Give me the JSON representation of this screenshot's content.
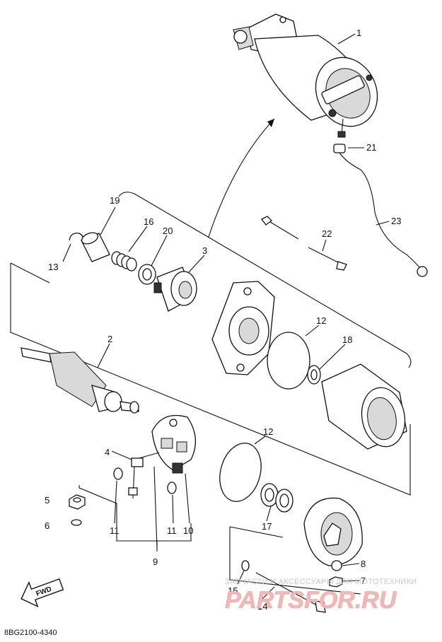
{
  "diagram": {
    "callouts": {
      "p1": "1",
      "p2": "2",
      "p3": "3",
      "p4": "4",
      "p5": "5",
      "p6": "6",
      "p7": "7",
      "p8": "8",
      "p9": "9",
      "p10": "10",
      "p11a": "11",
      "p11b": "11",
      "p12a": "12",
      "p12b": "12",
      "p13": "13",
      "p14": "14",
      "p15": "15",
      "p16": "16",
      "p17": "17",
      "p18": "18",
      "p19": "19",
      "p20": "20",
      "p21": "21",
      "p22": "22",
      "p23": "23"
    },
    "fwd_label": "FWD",
    "drawing_code": "8BG2100-4340"
  },
  "watermark": {
    "line": "ЗАПЧАСТИ И АКСЕССУАРЫ ДЛЯ МОТОТЕХНИКИ",
    "logo": "PARTSFOR.RU"
  }
}
